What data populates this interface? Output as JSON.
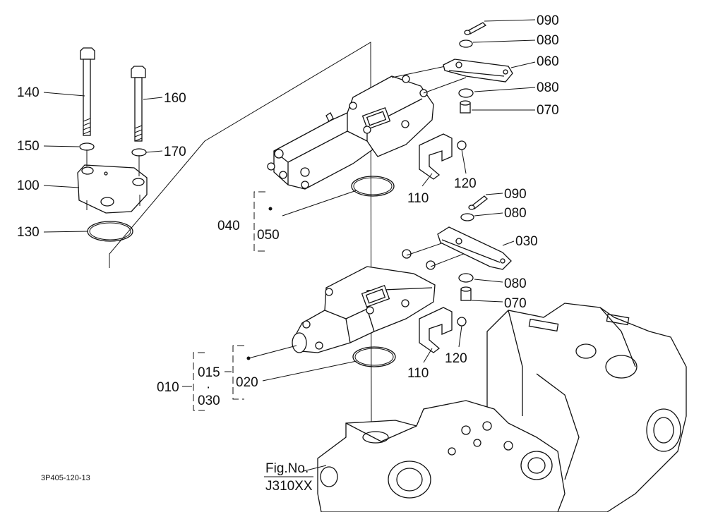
{
  "labels": {
    "p090a": "090",
    "p080a": "080",
    "p060": "060",
    "p080b": "080",
    "p070a": "070",
    "p140": "140",
    "p160": "160",
    "p150": "150",
    "p170": "170",
    "p100": "100",
    "p130": "130",
    "p120a": "120",
    "p110a": "110",
    "p040": "040",
    "p050": "050",
    "p090b": "090",
    "p080c": "080",
    "p030": "030",
    "p080d": "080",
    "p070b": "070",
    "p120b": "120",
    "p110b": "110",
    "p010": "010",
    "p015": "015",
    "pdot": "·",
    "p030b": "030",
    "p020": "020",
    "fig_no": "Fig.No.",
    "fig_id": "J310XX",
    "drawing_code": "3P405-120-13"
  }
}
